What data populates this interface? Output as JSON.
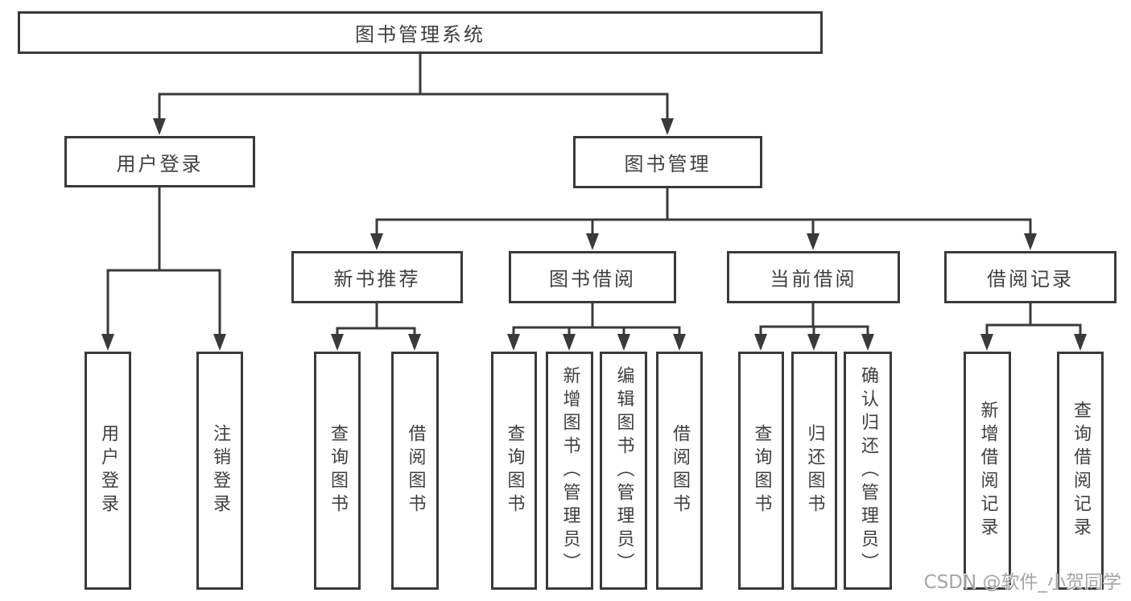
{
  "diagram": {
    "line_color": "#3a3a3a",
    "text_color": "#3f3f3f",
    "background": "#ffffff",
    "root": {
      "label": "图书管理系统"
    },
    "branches": [
      {
        "label": "用户登录",
        "children": [
          {
            "label": "用户登录"
          },
          {
            "label": "注销登录"
          }
        ]
      },
      {
        "label": "图书管理",
        "sections": [
          {
            "label": "新书推荐",
            "children": [
              {
                "label": "查询图书"
              },
              {
                "label": "借阅图书"
              }
            ]
          },
          {
            "label": "图书借阅",
            "children": [
              {
                "label": "查询图书"
              },
              {
                "label": "新增图书（管理员）"
              },
              {
                "label": "编辑图书（管理员）"
              },
              {
                "label": "借阅图书"
              }
            ]
          },
          {
            "label": "当前借阅",
            "children": [
              {
                "label": "查询图书"
              },
              {
                "label": "归还图书"
              },
              {
                "label": "确认归还（管理员）"
              }
            ]
          },
          {
            "label": "借阅记录",
            "children": [
              {
                "label": "新增借阅记录"
              },
              {
                "label": "查询借阅记录"
              }
            ]
          }
        ]
      }
    ]
  },
  "watermark": {
    "text": "CSDN @软件_小贺同学",
    "color": "#9c9c9c"
  }
}
